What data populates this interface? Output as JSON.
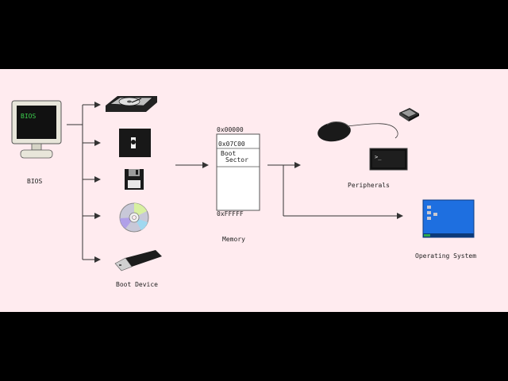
{
  "bios": {
    "screen_text": "BIOS",
    "label": "BIOS"
  },
  "boot_device": {
    "label": "Boot Device"
  },
  "memory": {
    "label": "Memory",
    "start_address": "0x00000",
    "boot_address": "0x07C00",
    "end_address": "0xFFFFF",
    "boot_sector_line1": "Boot",
    "boot_sector_line2": "Sector"
  },
  "peripherals": {
    "label": "Peripherals",
    "terminal_prompt": ">_"
  },
  "os": {
    "label": "Operating System"
  },
  "colors": {
    "background": "#ffebef",
    "letterbox": "#000000",
    "line": "#333333",
    "bios_screen": "#111111",
    "bios_text": "#3ccf4e",
    "os_screen": "#1e6fe0"
  },
  "icons": [
    "monitor-icon",
    "hard-drive-icon",
    "floppy-drive-icon",
    "floppy-disk-icon",
    "cd-icon",
    "usb-drive-icon",
    "mouse-icon",
    "key-icon",
    "terminal-icon",
    "desktop-screen-icon"
  ]
}
